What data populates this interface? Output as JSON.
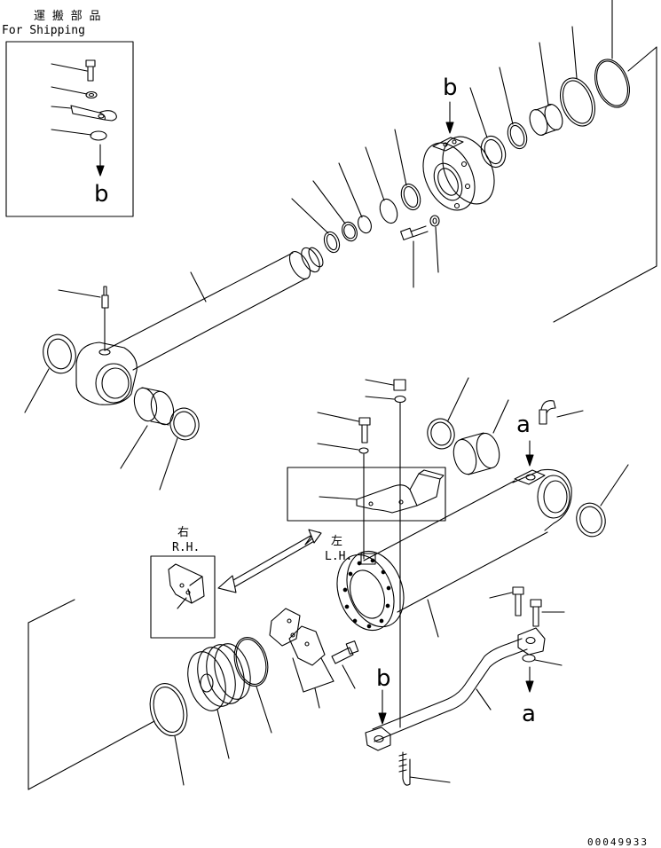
{
  "shipping": {
    "title_jp": "運 搬 部 品",
    "title_en": "For Shipping",
    "ref_letter": "b"
  },
  "refs": {
    "b_top": "b",
    "a_upper": "a",
    "b_lower": "b",
    "a_lower": "a"
  },
  "side_right": {
    "jp": "右",
    "en": "R.H."
  },
  "side_left": {
    "jp": "左",
    "en": "L.H."
  },
  "drawing_number": "00049933"
}
